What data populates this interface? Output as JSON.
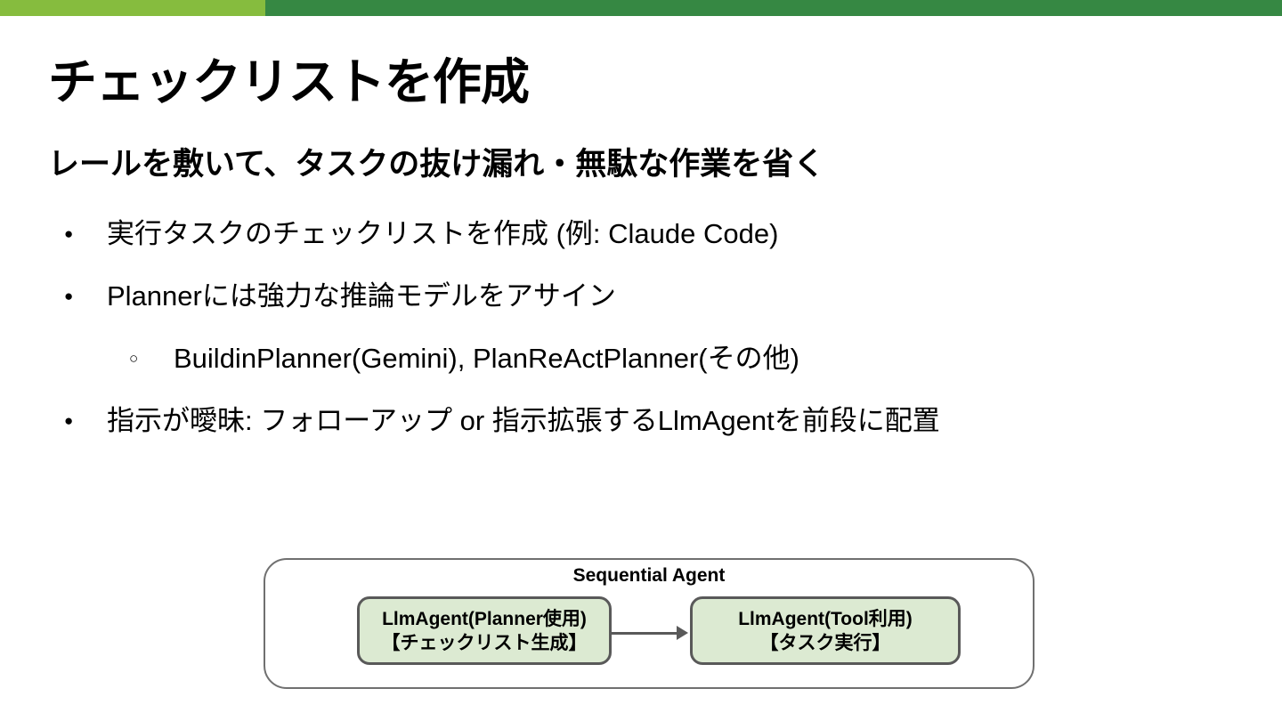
{
  "slide": {
    "title": "チェックリストを作成",
    "subtitle": "レールを敷いて、タスクの抜け漏れ・無駄な作業を省く",
    "bullets": [
      {
        "level": 1,
        "marker": "●",
        "text": "実行タスクのチェックリストを作成 (例: Claude Code)"
      },
      {
        "level": 1,
        "marker": "●",
        "text": "Plannerには強力な推論モデルをアサイン"
      },
      {
        "level": 2,
        "marker": "○",
        "text": "BuildinPlanner(Gemini), PlanReActPlanner(その他)"
      },
      {
        "level": 1,
        "marker": "●",
        "text": "指示が曖昧: フォローアップ or 指示拡張するLlmAgentを前段に配置"
      }
    ]
  },
  "diagram": {
    "container_label": "Sequential Agent",
    "nodes": [
      {
        "name": "planner-agent",
        "line1": "LlmAgent(Planner使用)",
        "line2": "【チェックリスト生成】"
      },
      {
        "name": "tool-agent",
        "line1": "LlmAgent(Tool利用)",
        "line2": "【タスク実行】"
      }
    ]
  },
  "colors": {
    "top_bar_left": "#86BC3E",
    "top_bar_right": "#368843",
    "node_fill": "#DCEAD2",
    "node_border": "#595959",
    "container_border": "#707070",
    "text": "#000000"
  }
}
